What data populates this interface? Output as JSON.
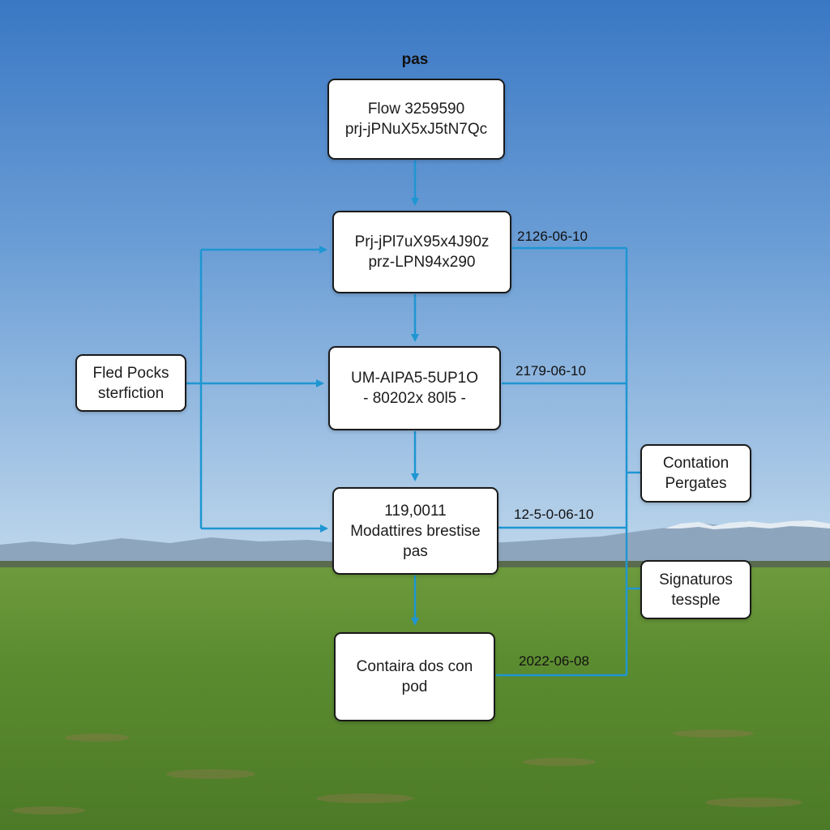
{
  "title": "pas",
  "nodes": {
    "n1": {
      "lines": [
        "Flow 3259590",
        "prj-jPNuX5xJ5tN7Qc"
      ]
    },
    "n2": {
      "lines": [
        "Prj-jPl7uX95x4J90z",
        "prz-LPN94x290"
      ]
    },
    "n3": {
      "lines": [
        "UM-AIPA5-5UP1O",
        "- 80202x 80l5 -"
      ]
    },
    "n4": {
      "lines": [
        "119,0011",
        "Modattires brestise",
        "pas"
      ]
    },
    "n5": {
      "lines": [
        "Contaira dos con",
        "pod"
      ]
    },
    "left": {
      "lines": [
        "Fled Pocks",
        "sterfiction"
      ]
    },
    "right1": {
      "lines": [
        "Contation",
        "Pergates"
      ]
    },
    "right2": {
      "lines": [
        "Signaturos",
        "tessple"
      ]
    }
  },
  "dates": [
    "2126-06-10",
    "2179-06-10",
    "12-5-0-06-10",
    "2022-06-08"
  ],
  "colors": {
    "connector": "#1e96d2",
    "sky_top": "#3f7fc7",
    "sky_bottom": "#b7d3ea",
    "grass": "#5f8f33"
  }
}
